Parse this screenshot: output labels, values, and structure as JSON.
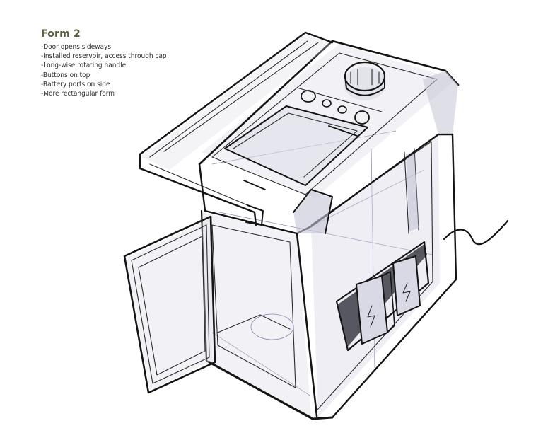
{
  "notes": {
    "title": "Form 2",
    "items": [
      "-Door opens sideways",
      "-Installed reservoir, access through cap",
      "-Long-wise rotating handle",
      "-Buttons on top",
      "-Battery ports on side",
      "-More rectangular form"
    ]
  },
  "colors": {
    "title": "#5a5f3f",
    "ink": "#141414",
    "shade": "#d9d9e6",
    "guide": "#8a8ab0"
  }
}
